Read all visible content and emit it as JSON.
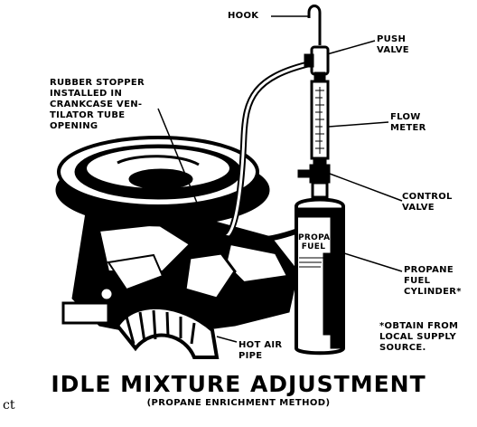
{
  "labels": {
    "hook": "HOOK",
    "push_valve": [
      "PUSH",
      "VALVE"
    ],
    "flow_meter": [
      "FLOW",
      "METER"
    ],
    "control_valve": [
      "CONTROL",
      "VALVE"
    ],
    "rubber_stopper": [
      "RUBBER STOPPER",
      "INSTALLED IN",
      "CRANKCASE VEN-",
      "TILATOR TUBE",
      "OPENING"
    ],
    "propane_cylinder": [
      "PROPANE",
      "FUEL",
      "CYLINDER*"
    ],
    "cylinder_marking": [
      "PROPANE",
      "FUEL"
    ],
    "obtain_note": [
      "*OBTAIN FROM",
      "LOCAL SUPPLY",
      "SOURCE."
    ],
    "hot_air_pipe": [
      "HOT AIR",
      "PIPE"
    ]
  },
  "title": "IDLE MIXTURE ADJUSTMENT",
  "subtitle": "(PROPANE ENRICHMENT METHOD)",
  "corner_mark": "ct"
}
